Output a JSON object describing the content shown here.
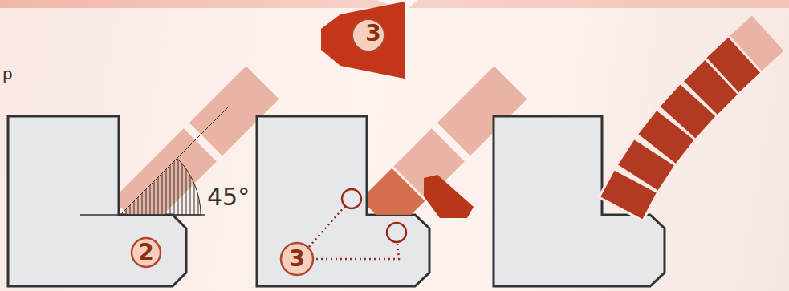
{
  "diagram": {
    "nodes": [
      {
        "text": [
          "2"
        ]
      },
      {
        "text": [
          "3"
        ]
      },
      {
        "text": [
          "3"
        ]
      }
    ],
    "labels": [
      "p",
      "45°"
    ]
  }
}
